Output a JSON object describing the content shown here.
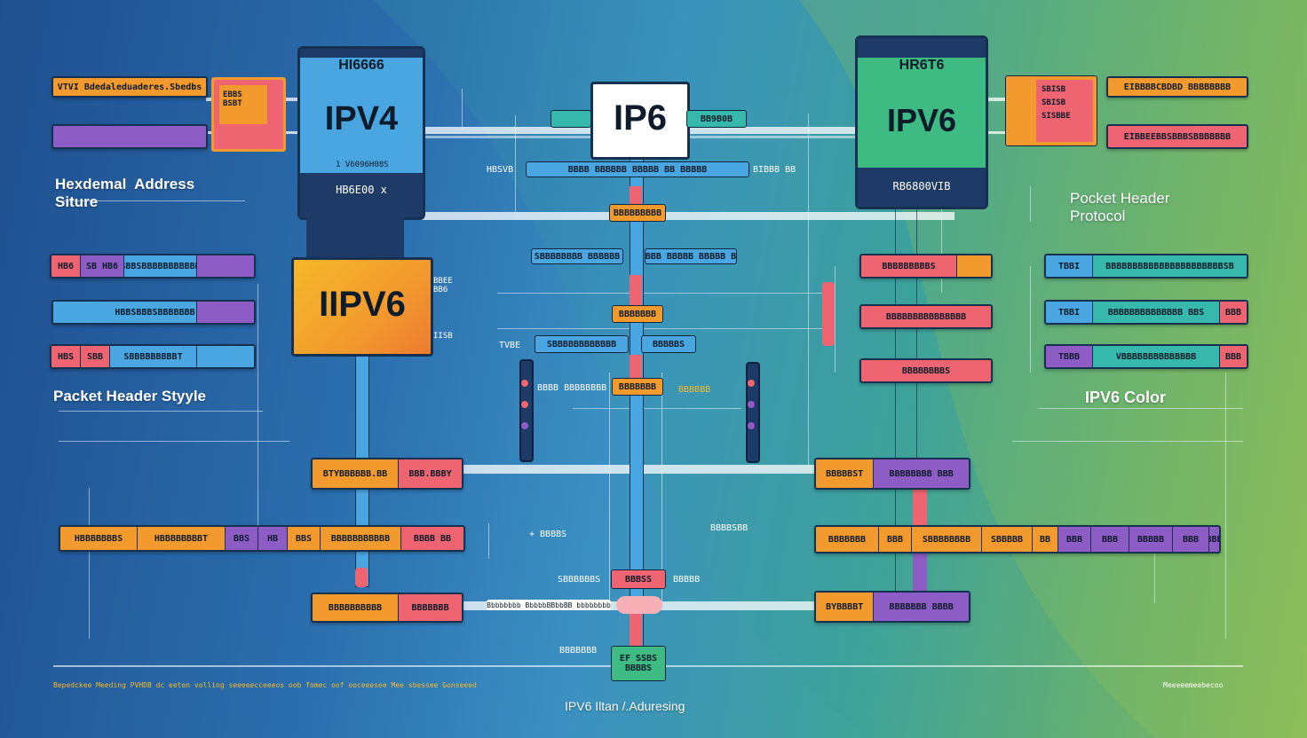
{
  "colors": {
    "orange": "#f29a2e",
    "purple": "#8d5cc4",
    "blue": "#4aa6e0",
    "pink": "#ee6470",
    "teal": "#37b8ad",
    "green": "#3dbb83",
    "navy": "#1e3a66"
  },
  "labels": {
    "hex_address": "Hexdemal  Address\nSiture",
    "packet_header_style": "Packet Header Styyle",
    "packet_header_protocol": "Pocket Header\nProtocol",
    "ipv6_color": "IPV6 Color",
    "footer_caption": "IPV6 Iltan /.Aduresing",
    "footer_left_text": "Bepedckee Meeding PVHDB dc eeten volling seeeeecceeeos oob fomec oof ooceeesee Mee sbessee Gonseeed",
    "footer_right_text": "Meeeeemeebecoo"
  },
  "nodes": {
    "ipv4": {
      "title": "IPV4",
      "top_code": "HI6666",
      "sub_code": "1 V6096H08S",
      "footer_code": "HB6E00  x"
    },
    "ip6": {
      "title": "IP6",
      "left_chip": "",
      "right_chip": "BB9B0B"
    },
    "ipv6_right": {
      "title": "IPV6",
      "top_code": "HR6T6",
      "footer_code": "RB6800VIB"
    },
    "ipv6_mid": {
      "title": "IIPV6",
      "right_code_1": "BBEE\nBB6",
      "right_code_2": "IISB"
    }
  },
  "ipv4_side_box": "EBBS\nBSBT",
  "ipv6_side_box": "SBISB\nSBISB\nSISBBE",
  "top_left_bars": [
    "VTVI Bdedaleduaderes.Sbedbs",
    ""
  ],
  "top_right_bars": [
    "EIBBBBCBDBD BBBBBBBB",
    "EIBBEEBBSBBBSBBBBBBB"
  ],
  "left_bars": [
    [
      "HB6",
      "SB HB6",
      "SBBSBBBBBBBBBBB",
      ""
    ],
    [
      "",
      "HBBSBBBSBBBBBBB",
      ""
    ],
    [
      "HBS",
      "SBB",
      "SBBBBBBBBBT",
      ""
    ]
  ],
  "right_bars": [
    [
      "TBBI",
      "BBBBBBBBBBBBBBBBBBBBBBSB"
    ],
    [
      "TBBI",
      "BBBBBBBBBBBBBB  BBS",
      "BBB"
    ],
    [
      "TBBB",
      "VBBBBBBBBBBBBBB",
      "BBB"
    ]
  ],
  "center_right_bars": [
    "BBBBBBBBBS",
    "BBBBBBBBBBBBBBB",
    "BBBBBBBBS"
  ],
  "row_labels": {
    "r1_left": "HBSVB",
    "r1_mid": "BBBB BBBBBB BBBBB BB BBBBB",
    "r1_right": "BIBBB BB",
    "r2_left": "SBBBBBBBB BBBBBB",
    "r2_right": "BBBB BBBBB BBBBB BB",
    "r3_left": "TVBE",
    "r3_mid": "SBBBBBBBBBBBB",
    "r3_right": "BBBBBS",
    "r4_left": "BBBB BBBBBBBB",
    "r4_right": "BBBBBB"
  },
  "center_chips": [
    "BBBBBBBBB",
    "BBBBBBB",
    "BBBBBBB",
    "BBBSS",
    "EF SSBS\nBBBBS"
  ],
  "bottom_rows": {
    "row1_left": [
      "BTYBBBBBB.BB",
      "BBB.BBBY"
    ],
    "row1_right": [
      "BBBBBST",
      "BBBBBBBB BBB"
    ],
    "row2_left": [
      "HBBBBBBBS",
      "HBBBBBBBBT",
      "BBS",
      "HB",
      "BBS",
      "BBBBBBBBBBB",
      "BBBB BB"
    ],
    "row2_right": [
      "BBBBBBB",
      "BBB",
      "SBBBBBBBB",
      "SBBBBB",
      "BB",
      "BBB",
      "BBB",
      "BBBBB",
      "BBB",
      "BBB"
    ],
    "row3_left": [
      "BBBBBBBBBB",
      "BBBBBBB"
    ],
    "row3_right": [
      "BYBBBBT",
      "BBBBBBB BBBB"
    ]
  },
  "misc_text": {
    "mid_left": "+ BBBBS",
    "mid_right": "BBBBSBB",
    "bottom_center_left": "SBBBBBBS",
    "bottom_center_right": "BBBBB",
    "arrow_text": "Bbbbbbbb BbbbbBBbbBB bbbbbbbb",
    "bottom_label": "BBBBBBB"
  }
}
